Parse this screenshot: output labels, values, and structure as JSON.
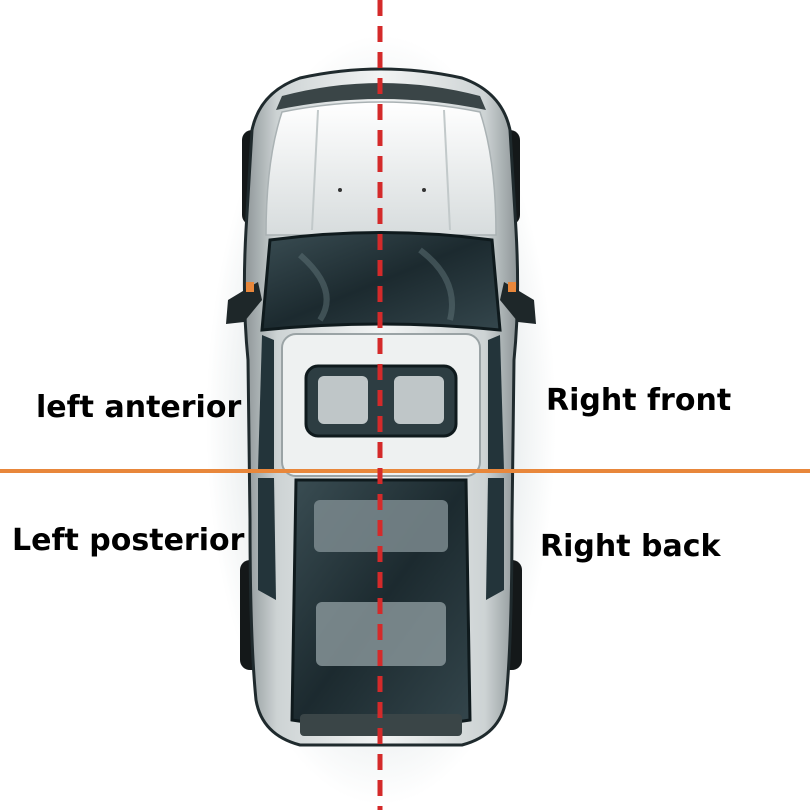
{
  "labels": {
    "left_anterior": "left anterior",
    "right_front": "Right front",
    "left_posterior": "Left posterior",
    "right_back": "Right back"
  },
  "colors": {
    "centerline": "#d42a2a",
    "divider": "#e8873b",
    "body": "#dfe3e4",
    "glass": "#1f3036",
    "tire": "#141819"
  }
}
